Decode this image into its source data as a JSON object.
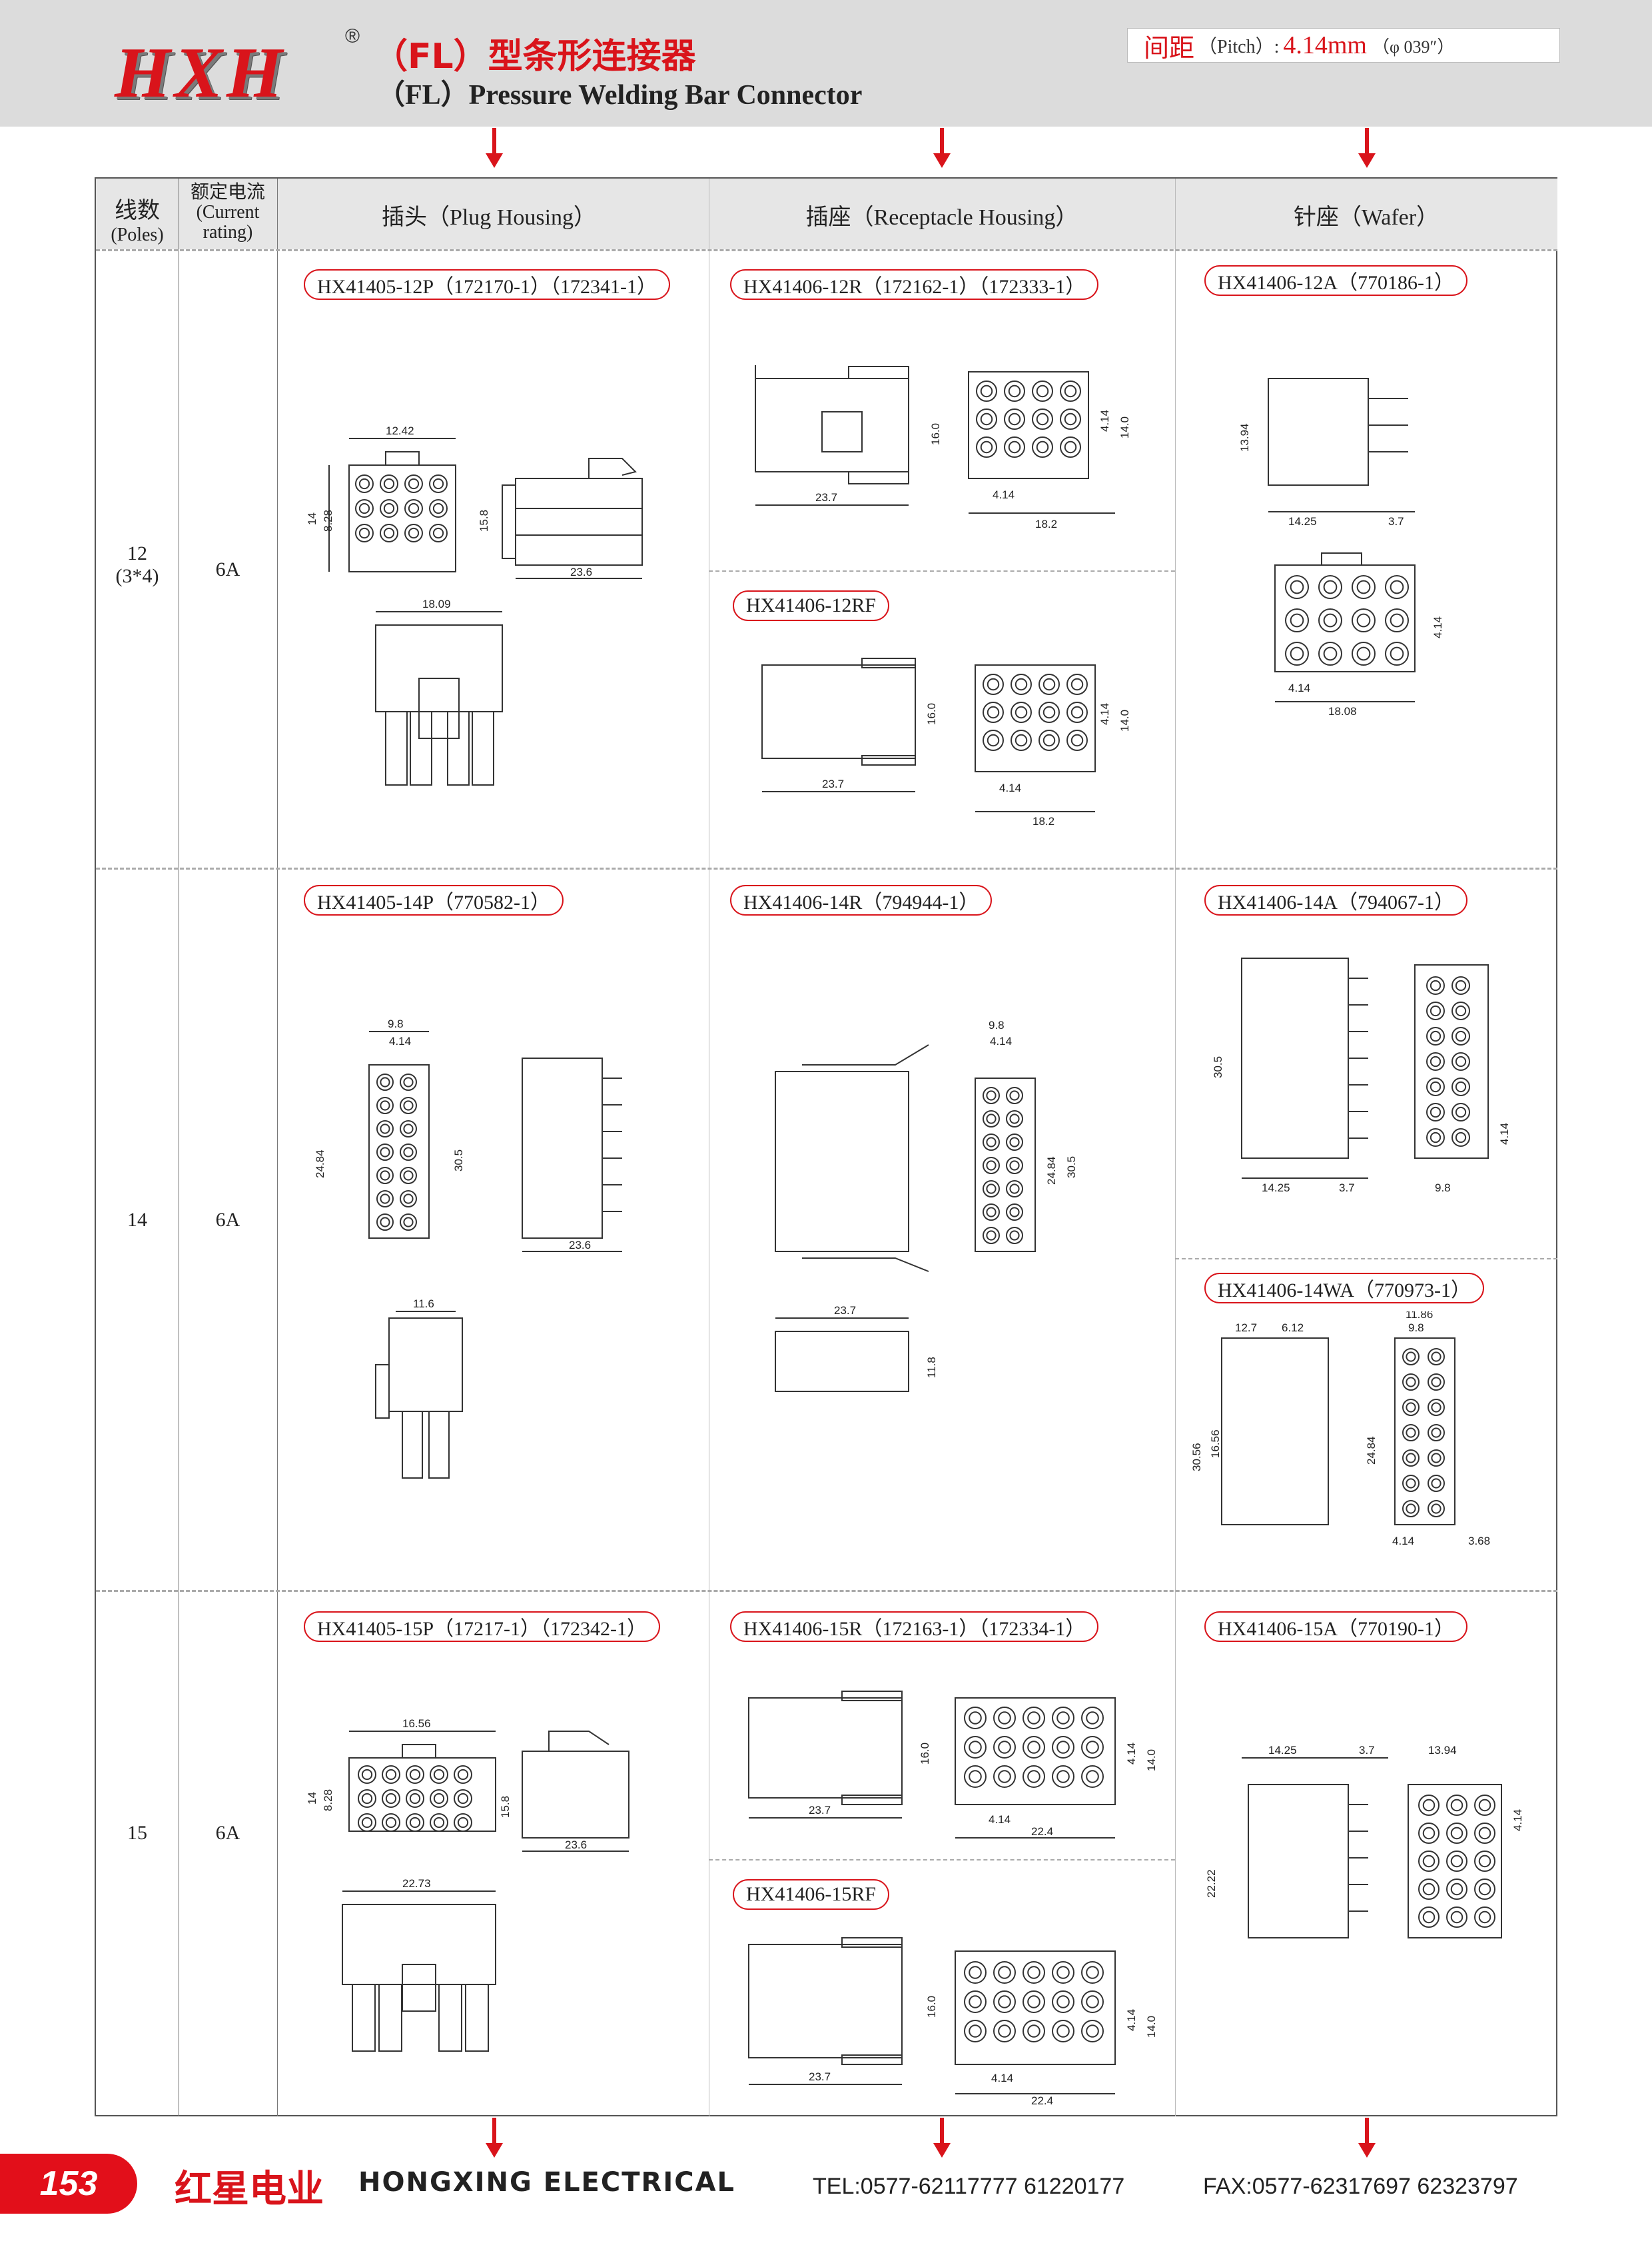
{
  "header": {
    "logo": "HXH",
    "registered": "®",
    "title_cn": "（FL）型条形连接器",
    "title_en": "（FL）Pressure Welding Bar Connector",
    "pitch_label": "间距",
    "pitch_en": "（Pitch）:",
    "pitch_value": "4.14mm",
    "pitch_inch": "（φ 039″）"
  },
  "table": {
    "col_poles": "线数",
    "col_poles_en": "(Poles)",
    "col_rating": "额定电流",
    "col_rating_en1": "(Current",
    "col_rating_en2": "rating)",
    "col_plug": "插头（Plug Housing）",
    "col_receptacle": "插座（Receptacle Housing）",
    "col_wafer": "针座（Wafer）",
    "rows": [
      {
        "poles": "12",
        "poles_sub": "(3*4)",
        "rating": "6A",
        "plug": "HX41405-12P（172170-1）（172341-1）",
        "receptacle": "HX41406-12R（172162-1）（172333-1）",
        "receptacle2": "HX41406-12RF",
        "wafer": "HX41406-12A（770186-1）"
      },
      {
        "poles": "14",
        "poles_sub": "",
        "rating": "6A",
        "plug": "HX41405-14P（770582-1）",
        "receptacle": "HX41406-14R（794944-1）",
        "wafer": "HX41406-14A（794067-1）",
        "wafer2": "HX41406-14WA（770973-1）"
      },
      {
        "poles": "15",
        "poles_sub": "",
        "rating": "6A",
        "plug": "HX41405-15P（17217-1）（172342-1）",
        "receptacle": "HX41406-15R（172163-1）（172334-1）",
        "receptacle2": "HX41406-15RF",
        "wafer": "HX41406-15A（770190-1）"
      }
    ]
  },
  "dims": {
    "d1242": "12.42",
    "d14": "14",
    "d828": "8.28",
    "d158": "15.8",
    "d236": "23.6",
    "d1809": "18.09",
    "d160": "16.0",
    "d414": "4.14",
    "d140": "14.0",
    "d237": "23.7",
    "d182": "18.2",
    "d1394": "13.94",
    "d1425": "14.25",
    "d37": "3.7",
    "d1808": "18.08",
    "d98": "9.8",
    "d2484": "24.84",
    "d305": "30.5",
    "d116": "11.6",
    "d118": "11.8",
    "d127": "12.7",
    "d612": "6.12",
    "d1186": "11.86",
    "d3056": "30.56",
    "d1656": "16.56",
    "d368": "3.68",
    "d224": "22.4",
    "d2273": "22.73",
    "d2222": "22.22"
  },
  "footer": {
    "page": "153",
    "company_cn": "红星电业",
    "company_en": "HONGXING ELECTRICAL",
    "tel": "TEL:0577-62117777   61220177",
    "fax": "FAX:0577-62317697   62323797"
  }
}
